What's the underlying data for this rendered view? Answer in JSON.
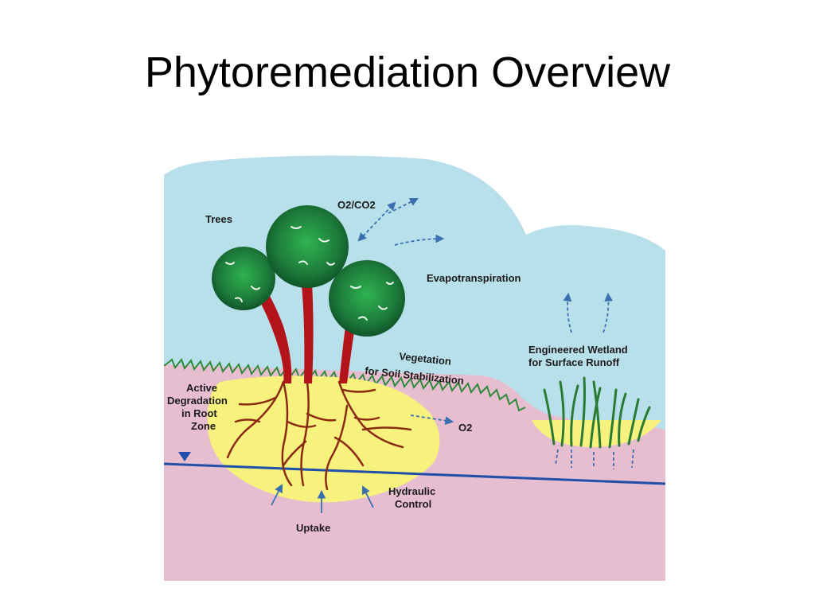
{
  "title": "Phytoremediation Overview",
  "diagram": {
    "labels": {
      "trees": "Trees",
      "o2co2": "O2/CO2",
      "evapotranspiration": "Evapotranspiration",
      "vegetation_line1": "Vegetation",
      "vegetation_line2": "for Soil Stabilization",
      "wetland_line1": "Engineered Wetland",
      "wetland_line2": "for Surface Runoff",
      "active_line1": "Active",
      "active_line2": "Degradation",
      "active_line3": "in Root",
      "active_line4": "Zone",
      "o2": "O2",
      "hydraulic_line1": "Hydraulic",
      "hydraulic_line2": "Control",
      "uptake": "Uptake"
    },
    "colors": {
      "sky": "#b8e0ea",
      "soil": "#e7bdd0",
      "root_zone": "#f7f27e",
      "foliage": "#1d7a3a",
      "trunk": "#b3141c",
      "roots": "#8a2a10",
      "water_table": "#1f4fa8",
      "arrows": "#3a6fb0",
      "grass": "#2f8a3a"
    }
  }
}
